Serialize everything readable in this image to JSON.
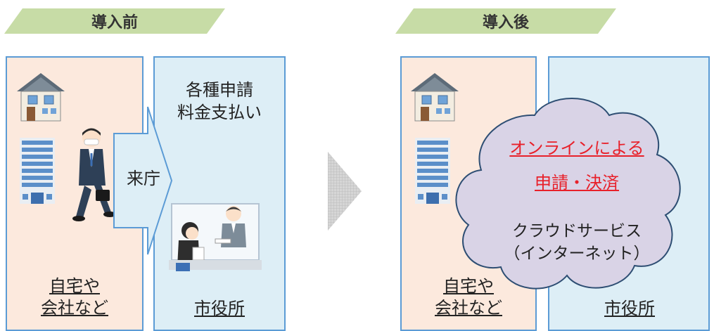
{
  "before": {
    "banner": "導入前",
    "home_label": "自宅や\n会社など",
    "visit_label": "来庁",
    "services_label": "各種申請\n料金支払い",
    "office_label": "市役所"
  },
  "after": {
    "banner": "導入後",
    "home_label": "自宅や\n会社など",
    "online_line1": "オンラインによる",
    "online_line2": "申請・決済",
    "cloud_label": "クラウドサービス\n（インターネット）",
    "office_label": "市役所"
  },
  "colors": {
    "banner": "#c7dca6",
    "home_bg": "#fce9dd",
    "office_bg": "#ddeef6",
    "border": "#5b9bd5",
    "cloud": "#d9d3e6",
    "online_text": "#e8202a"
  },
  "icons": [
    "house-icon",
    "office-building-icon",
    "walking-person-icon",
    "counter-service-icon",
    "transition-arrow-icon",
    "cloud-icon"
  ]
}
